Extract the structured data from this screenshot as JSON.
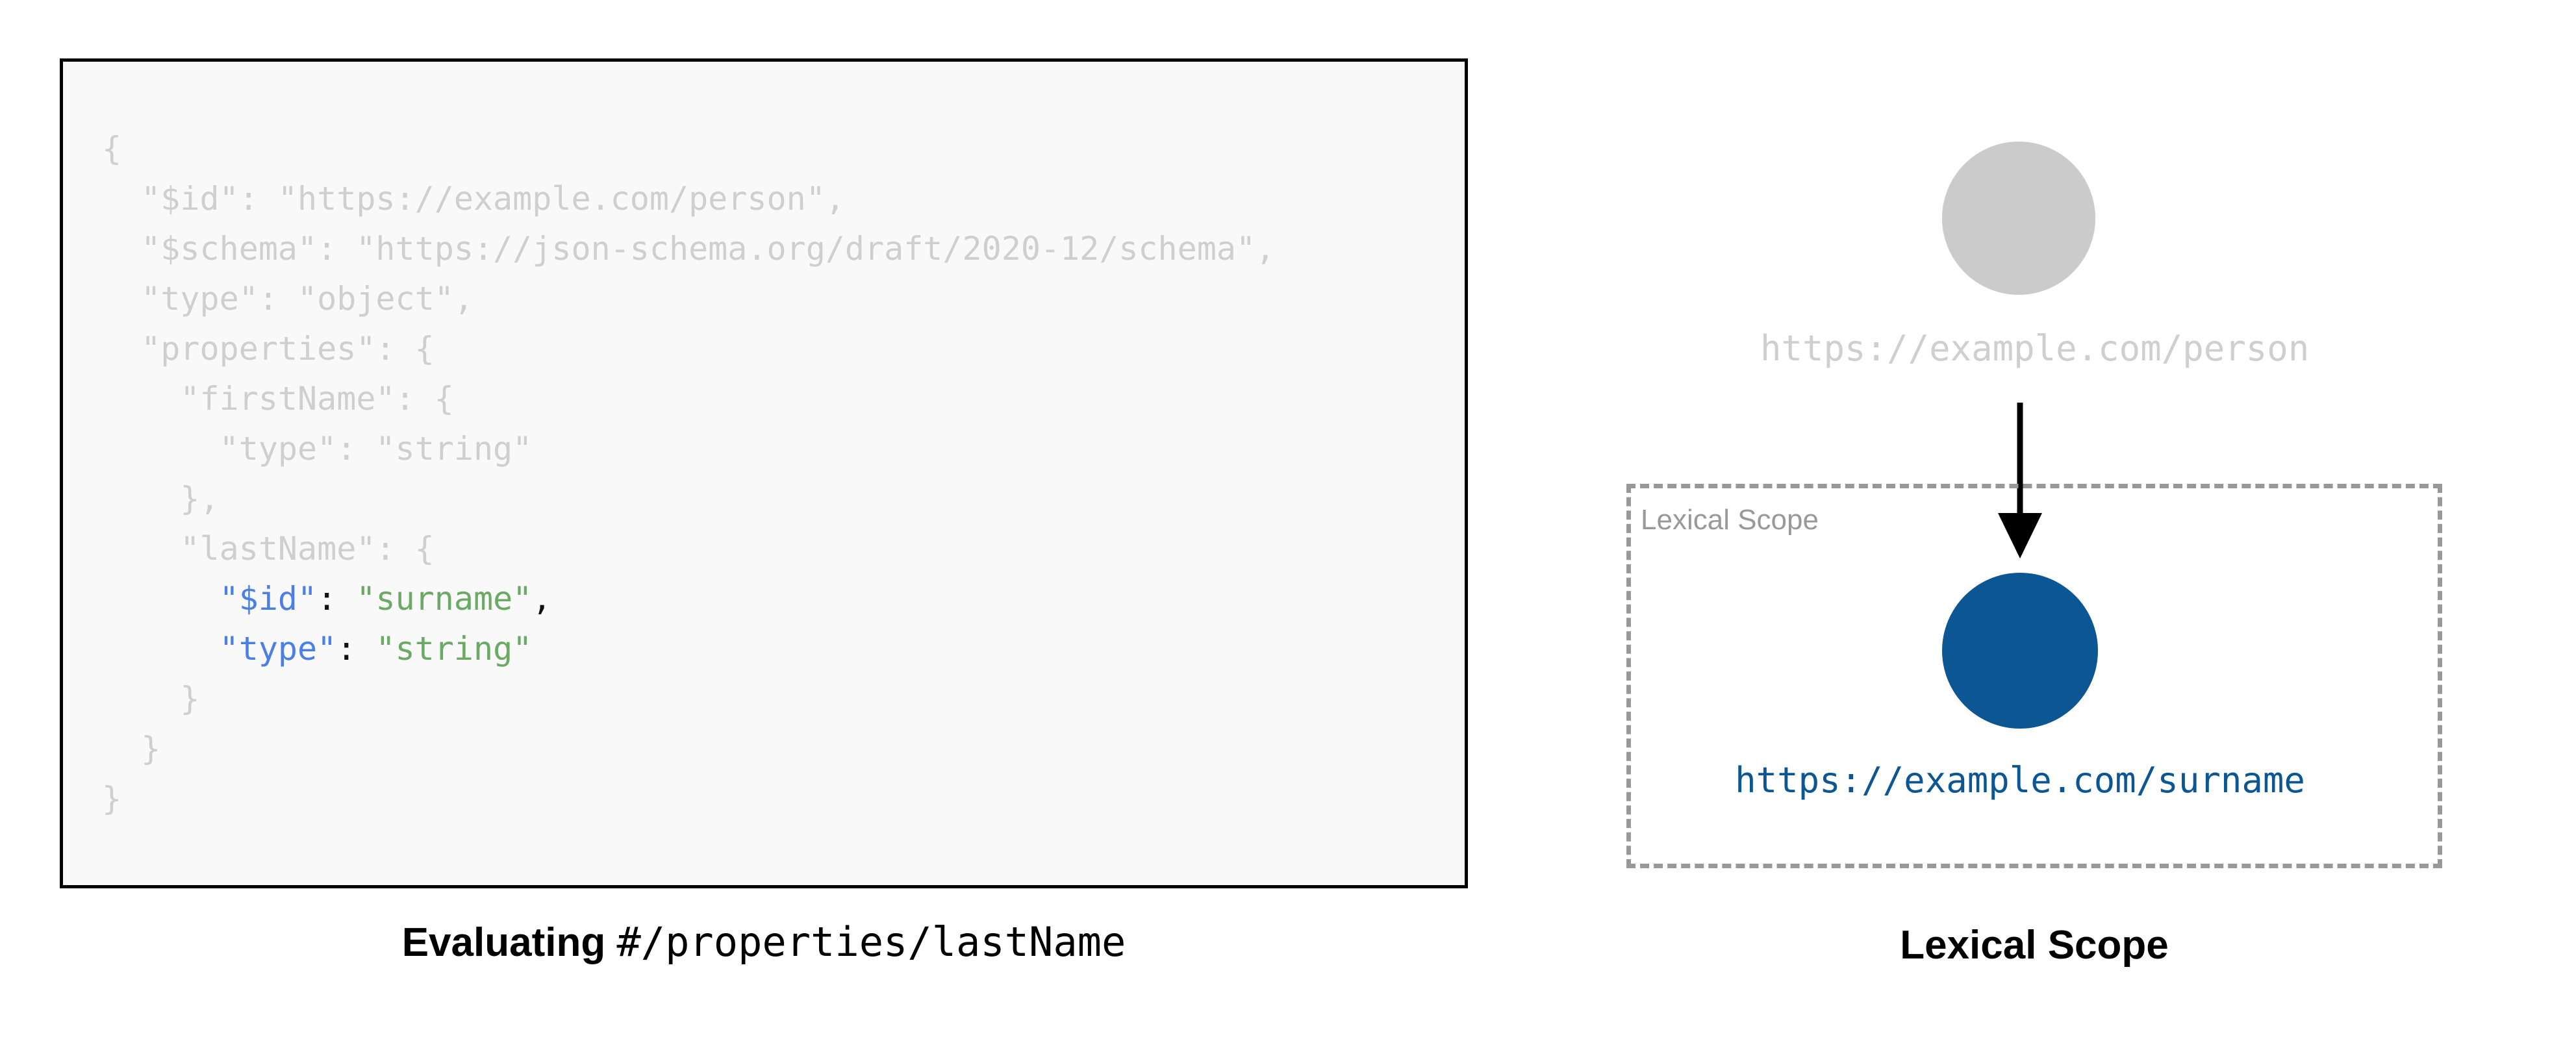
{
  "left_panel": {
    "code_block": {
      "language": "json",
      "background_color": "#f9f9f9",
      "border_color": "#000000",
      "dim_color": "#cfcfcf",
      "highlight_key_color": "#4a7fe8",
      "highlight_string_color": "#6aaa64",
      "lines": [
        {
          "indent": 0,
          "highlighted": false,
          "text": "{"
        },
        {
          "indent": 1,
          "highlighted": false,
          "text": "\"$id\": \"https://example.com/person\","
        },
        {
          "indent": 1,
          "highlighted": false,
          "text": "\"$schema\": \"https://json-schema.org/draft/2020-12/schema\","
        },
        {
          "indent": 1,
          "highlighted": false,
          "text": "\"type\": \"object\","
        },
        {
          "indent": 1,
          "highlighted": false,
          "text": "\"properties\": {"
        },
        {
          "indent": 2,
          "highlighted": false,
          "text": "\"firstName\": {"
        },
        {
          "indent": 3,
          "highlighted": false,
          "text": "\"type\": \"string\""
        },
        {
          "indent": 2,
          "highlighted": false,
          "text": "},"
        },
        {
          "indent": 2,
          "highlighted": false,
          "text": "\"lastName\": {"
        },
        {
          "indent": 3,
          "highlighted": true,
          "key": "\"$id\"",
          "sep": ": ",
          "value": "\"surname\"",
          "tail": ","
        },
        {
          "indent": 3,
          "highlighted": true,
          "key": "\"type\"",
          "sep": ": ",
          "value": "\"string\"",
          "tail": ""
        },
        {
          "indent": 2,
          "highlighted": false,
          "text": "}"
        },
        {
          "indent": 1,
          "highlighted": false,
          "text": "}"
        },
        {
          "indent": 0,
          "highlighted": false,
          "text": "}"
        }
      ]
    },
    "caption": {
      "bold_part": "Evaluating",
      "mono_part": "#/properties/lastName"
    }
  },
  "right_panel": {
    "nodes": [
      {
        "id": "person-node",
        "label": "https://example.com/person",
        "fill_color": "#cbcbcb",
        "label_color": "#cfcfcf",
        "state": "inactive"
      },
      {
        "id": "surname-node",
        "label": "https://example.com/surname",
        "fill_color": "#0b5693",
        "label_color": "#0b5693",
        "state": "active"
      }
    ],
    "scope_box": {
      "label": "Lexical Scope",
      "border_color": "#989898",
      "border_style": "dashed"
    },
    "arrow": {
      "color": "#000000",
      "direction": "down",
      "from": "person-node",
      "to": "surname-node"
    },
    "caption": "Lexical Scope"
  }
}
